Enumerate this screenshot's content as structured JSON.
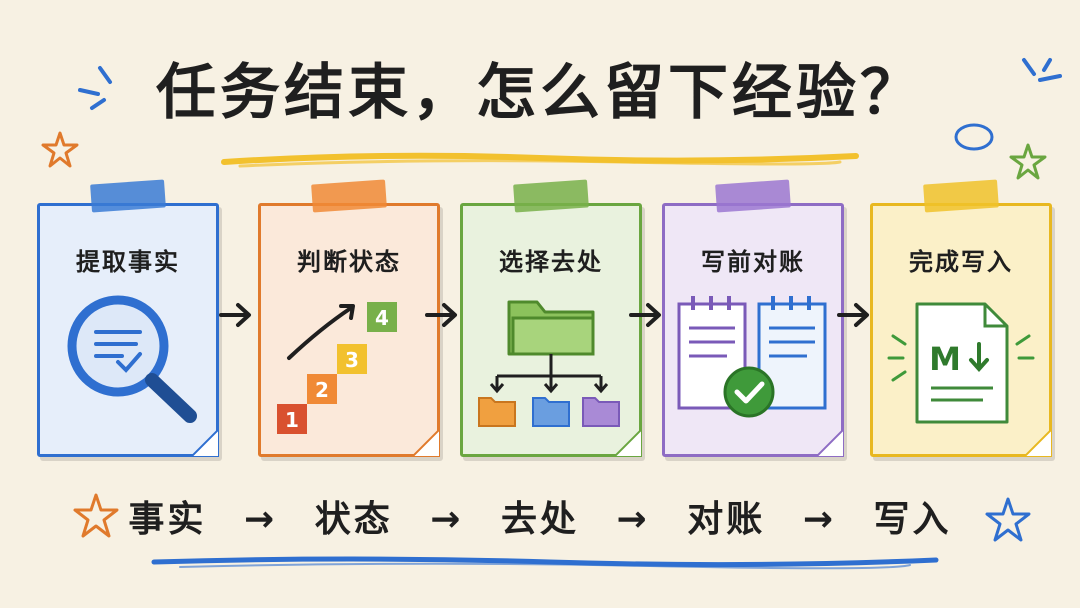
{
  "title": "任务结束，怎么留下经验？",
  "steps": [
    {
      "label": "提取事实",
      "icon": "magnifier-check-icon",
      "color": "#2f6fd0",
      "bg": "#e6eefa",
      "tape": "#3a7bd5"
    },
    {
      "label": "判断状态",
      "icon": "stairs-steps-icon",
      "color": "#e07a2c",
      "bg": "#fbe9da",
      "tape": "#f08a36"
    },
    {
      "label": "选择去处",
      "icon": "folder-tree-icon",
      "color": "#6aa640",
      "bg": "#e9f2de",
      "tape": "#78b04a"
    },
    {
      "label": "写前对账",
      "icon": "notebook-check-icon",
      "color": "#8e6cc4",
      "bg": "#efe7f6",
      "tape": "#9b77d1"
    },
    {
      "label": "完成写入",
      "icon": "markdown-file-icon",
      "color": "#e8b820",
      "bg": "#fbf0c8",
      "tape": "#f0c22a"
    }
  ],
  "stairs": [
    "1",
    "2",
    "3",
    "4"
  ],
  "markdown_letter": "M",
  "flow": [
    "事实",
    "状态",
    "去处",
    "对账",
    "写入"
  ],
  "flow_separator": "→"
}
